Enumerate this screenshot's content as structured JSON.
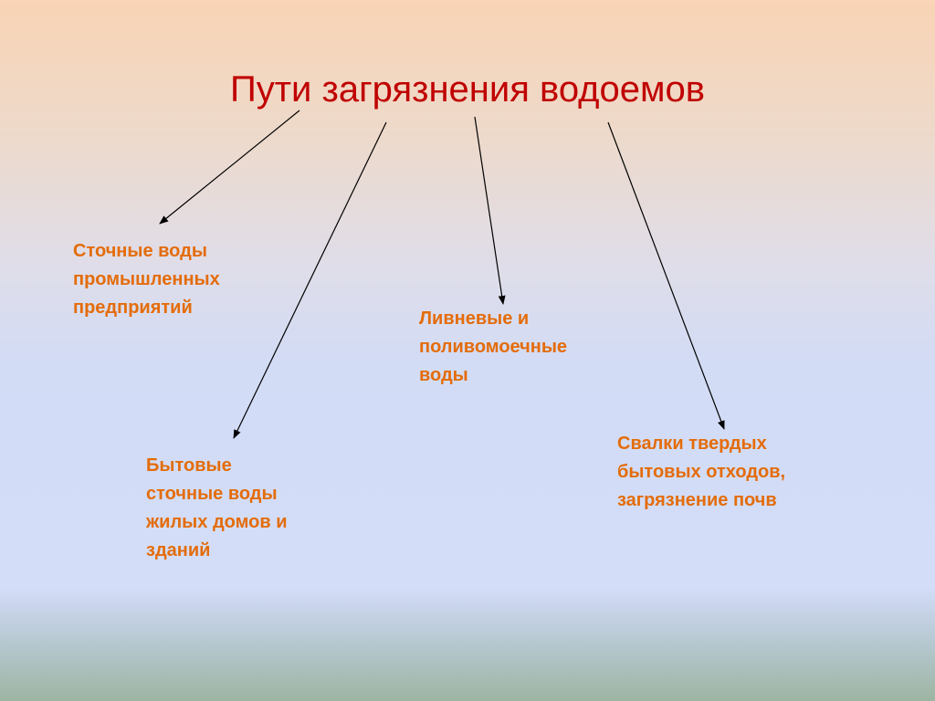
{
  "title": "Пути загрязнения водоемов",
  "nodes": [
    {
      "id": "industrial",
      "lines": [
        "Сточные воды",
        "промышленных",
        "предприятий"
      ]
    },
    {
      "id": "storm",
      "lines": [
        "Ливневые и",
        "поливомоечные",
        "воды"
      ]
    },
    {
      "id": "domestic",
      "lines": [
        "Бытовые",
        "сточные воды",
        "жилых домов и",
        "зданий"
      ]
    },
    {
      "id": "landfill",
      "lines": [
        "Свалки твердых",
        "бытовых отходов,",
        "загрязнение почв"
      ]
    }
  ],
  "colors": {
    "title": "#c00000",
    "node_text": "#e46c0a",
    "arrow": "#000000"
  }
}
